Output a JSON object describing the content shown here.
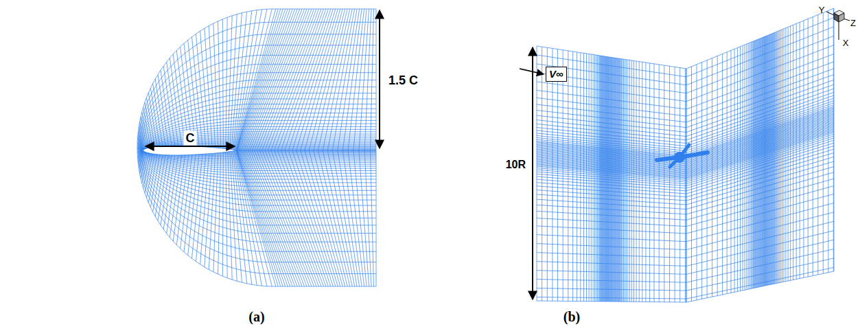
{
  "diagram": {
    "nodes": [
      {
        "text": [
          "V∞"
        ]
      }
    ],
    "labels": [
      "C",
      "1.5 C",
      "10R",
      "Y",
      "Z",
      "X",
      "(a)",
      "(b)"
    ]
  }
}
